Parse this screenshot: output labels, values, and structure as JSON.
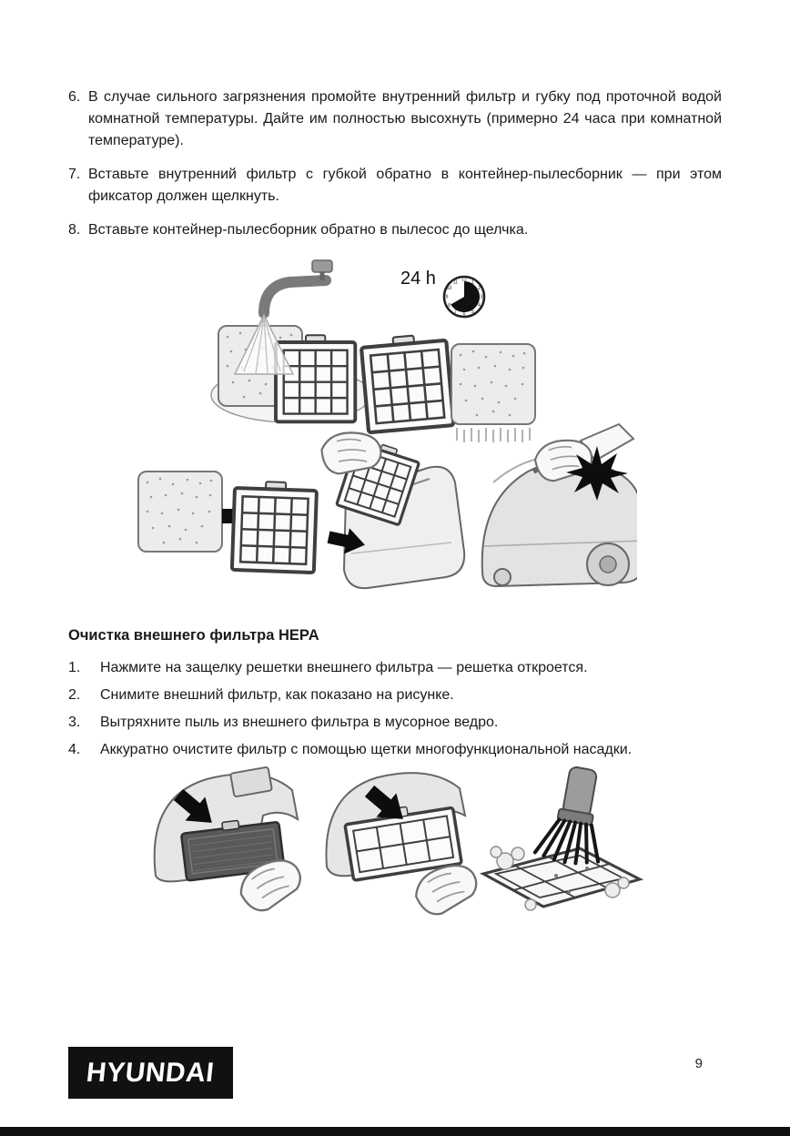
{
  "doc": {
    "items_top": [
      {
        "num": "6.",
        "text": "В случае сильного загрязнения промойте внутренний фильтр и губку под проточной водой комнатной температуры. Дайте им полностью высохнуть (примерно 24 часа при комнатной температуре)."
      },
      {
        "num": "7.",
        "text": "Вставьте внутренний фильтр с губкой обратно в контейнер-пылесборник — при этом фиксатор должен щелкнуть."
      },
      {
        "num": "8.",
        "text": "Вставьте контейнер-пылесборник обратно в пылесос до щелчка."
      }
    ],
    "hepa_section": {
      "heading": "Очистка внешнего фильтра HEPA",
      "steps": [
        {
          "num": "1.",
          "text": "Нажмите на защелку решетки внешнего фильтра — решетка откроется."
        },
        {
          "num": "2.",
          "text": "Снимите внешний фильтр, как показано на рисунке."
        },
        {
          "num": "3.",
          "text": "Вытряхните пыль из внешнего фильтра в мусорное ведро."
        },
        {
          "num": "4.",
          "text": "Аккуратно очистите фильтр с помощью щетки многофункциональной насадки."
        }
      ]
    }
  },
  "illustrations": {
    "wash": {
      "duration_label": "24 h",
      "clock_numbers": [
        "12",
        "1",
        "2",
        "3",
        "4",
        "5",
        "6",
        "7",
        "8",
        "9",
        "10",
        "11"
      ]
    }
  },
  "footer": {
    "brand": "HYUNDAI",
    "page_number": "9"
  }
}
